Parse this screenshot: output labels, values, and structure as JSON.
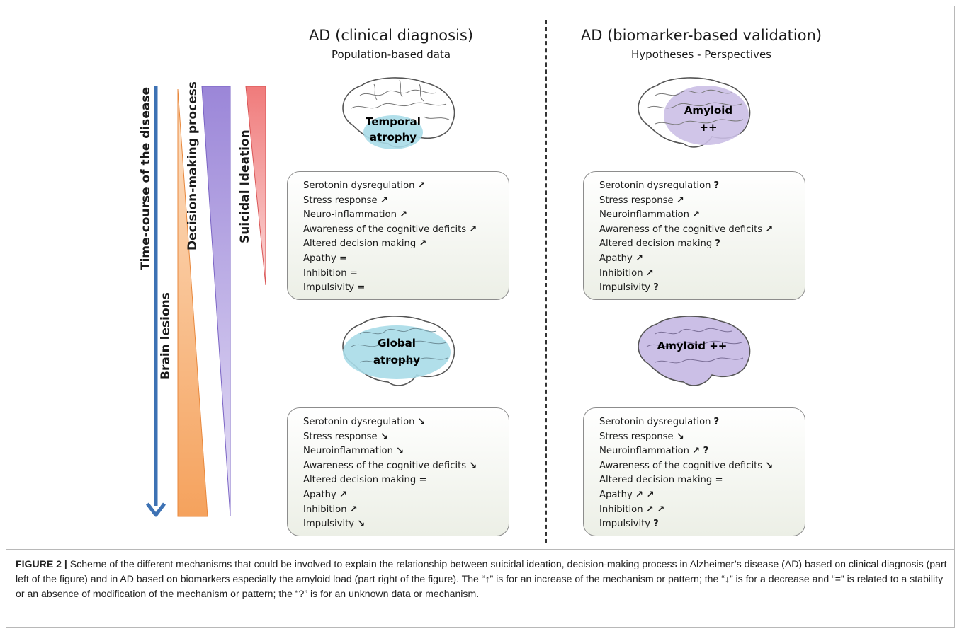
{
  "left_column": {
    "title": "AD (clinical diagnosis)",
    "subtitle": "Population-based data",
    "brain_top": {
      "label_line1": "Temporal",
      "label_line2": "atrophy"
    },
    "brain_bottom": {
      "label_line1": "Global",
      "label_line2": "atrophy"
    },
    "box_top": [
      {
        "text": "Serotonin dysregulation",
        "symbol": "↗"
      },
      {
        "text": "Stress response",
        "symbol": "↗"
      },
      {
        "text": "Neuro-inflammation",
        "symbol": "↗"
      },
      {
        "text": "Awareness of the cognitive deficits",
        "symbol": "↗"
      },
      {
        "text": "Altered decision making",
        "symbol": "↗"
      },
      {
        "text": "Apathy =",
        "symbol": ""
      },
      {
        "text": "Inhibition =",
        "symbol": ""
      },
      {
        "text": "Impulsivity =",
        "symbol": ""
      }
    ],
    "box_bottom": [
      {
        "text": "Serotonin dysregulation",
        "symbol": "↘"
      },
      {
        "text": "Stress response",
        "symbol": "↘"
      },
      {
        "text": "Neuroinflammation",
        "symbol": "↘"
      },
      {
        "text": "Awareness of the cognitive deficits",
        "symbol": "↘"
      },
      {
        "text": "Altered decision making =",
        "symbol": ""
      },
      {
        "text": "Apathy",
        "symbol": "↗"
      },
      {
        "text": "Inhibition",
        "symbol": "↗"
      },
      {
        "text": "Impulsivity",
        "symbol": "↘"
      }
    ]
  },
  "right_column": {
    "title": "AD (biomarker-based validation)",
    "subtitle": "Hypotheses - Perspectives",
    "brain_top": {
      "label_line1": "Amyloid",
      "label_line2": "++"
    },
    "brain_bottom": {
      "label_line1": "Amyloid ++",
      "label_line2": ""
    },
    "box_top": [
      {
        "text": "Serotonin dysregulation",
        "symbol": "?"
      },
      {
        "text": "Stress response",
        "symbol": "↗"
      },
      {
        "text": "Neuroinflammation",
        "symbol": "↗"
      },
      {
        "text": "Awareness of the cognitive deficits",
        "symbol": "↗"
      },
      {
        "text": "Altered decision making",
        "symbol": "?"
      },
      {
        "text": "Apathy",
        "symbol": "↗"
      },
      {
        "text": "Inhibition",
        "symbol": "↗"
      },
      {
        "text": "Impulsivity",
        "symbol": "?"
      }
    ],
    "box_bottom": [
      {
        "text": "Serotonin dysregulation",
        "symbol": "?"
      },
      {
        "text": "Stress response",
        "symbol": "↘"
      },
      {
        "text": "Neuroinflammation",
        "symbol": "↗ ?"
      },
      {
        "text": "Awareness of the cognitive deficits",
        "symbol": "↘"
      },
      {
        "text": "Altered decision making =",
        "symbol": ""
      },
      {
        "text": "Apathy",
        "symbol": "↗ ↗"
      },
      {
        "text": "Inhibition",
        "symbol": "↗ ↗"
      },
      {
        "text": "Impulsivity",
        "symbol": "?"
      }
    ]
  },
  "timeline": {
    "arrow_label": "Time-course of the disease",
    "brain_lesions_label": "Brain lesions",
    "decision_label": "Decision-making process",
    "suicidal_label": "Suicidal Ideation"
  },
  "colors": {
    "timeline_arrow": "#3d72b4",
    "brain_lesions": "#f5a25d",
    "decision_making": "#9b86d8",
    "suicidal_ideation": "#f07b7b",
    "atrophy": "#a9dbe8",
    "amyloid": "#cbbfe6"
  },
  "caption": {
    "label": "FIGURE 2 |",
    "text": " Scheme of the different mechanisms that could be involved to explain the relationship between suicidal ideation, decision-making process in Alzheimer’s disease (AD) based on clinical diagnosis (part left of the figure) and in AD based on biomarkers especially the amyloid load (part right of the figure). The “↑” is for an increase of the mechanism or pattern; the “↓” is for a decrease and “=” is related to a stability or an absence of modification of the mechanism or pattern; the “?” is for an unknown data or mechanism."
  }
}
